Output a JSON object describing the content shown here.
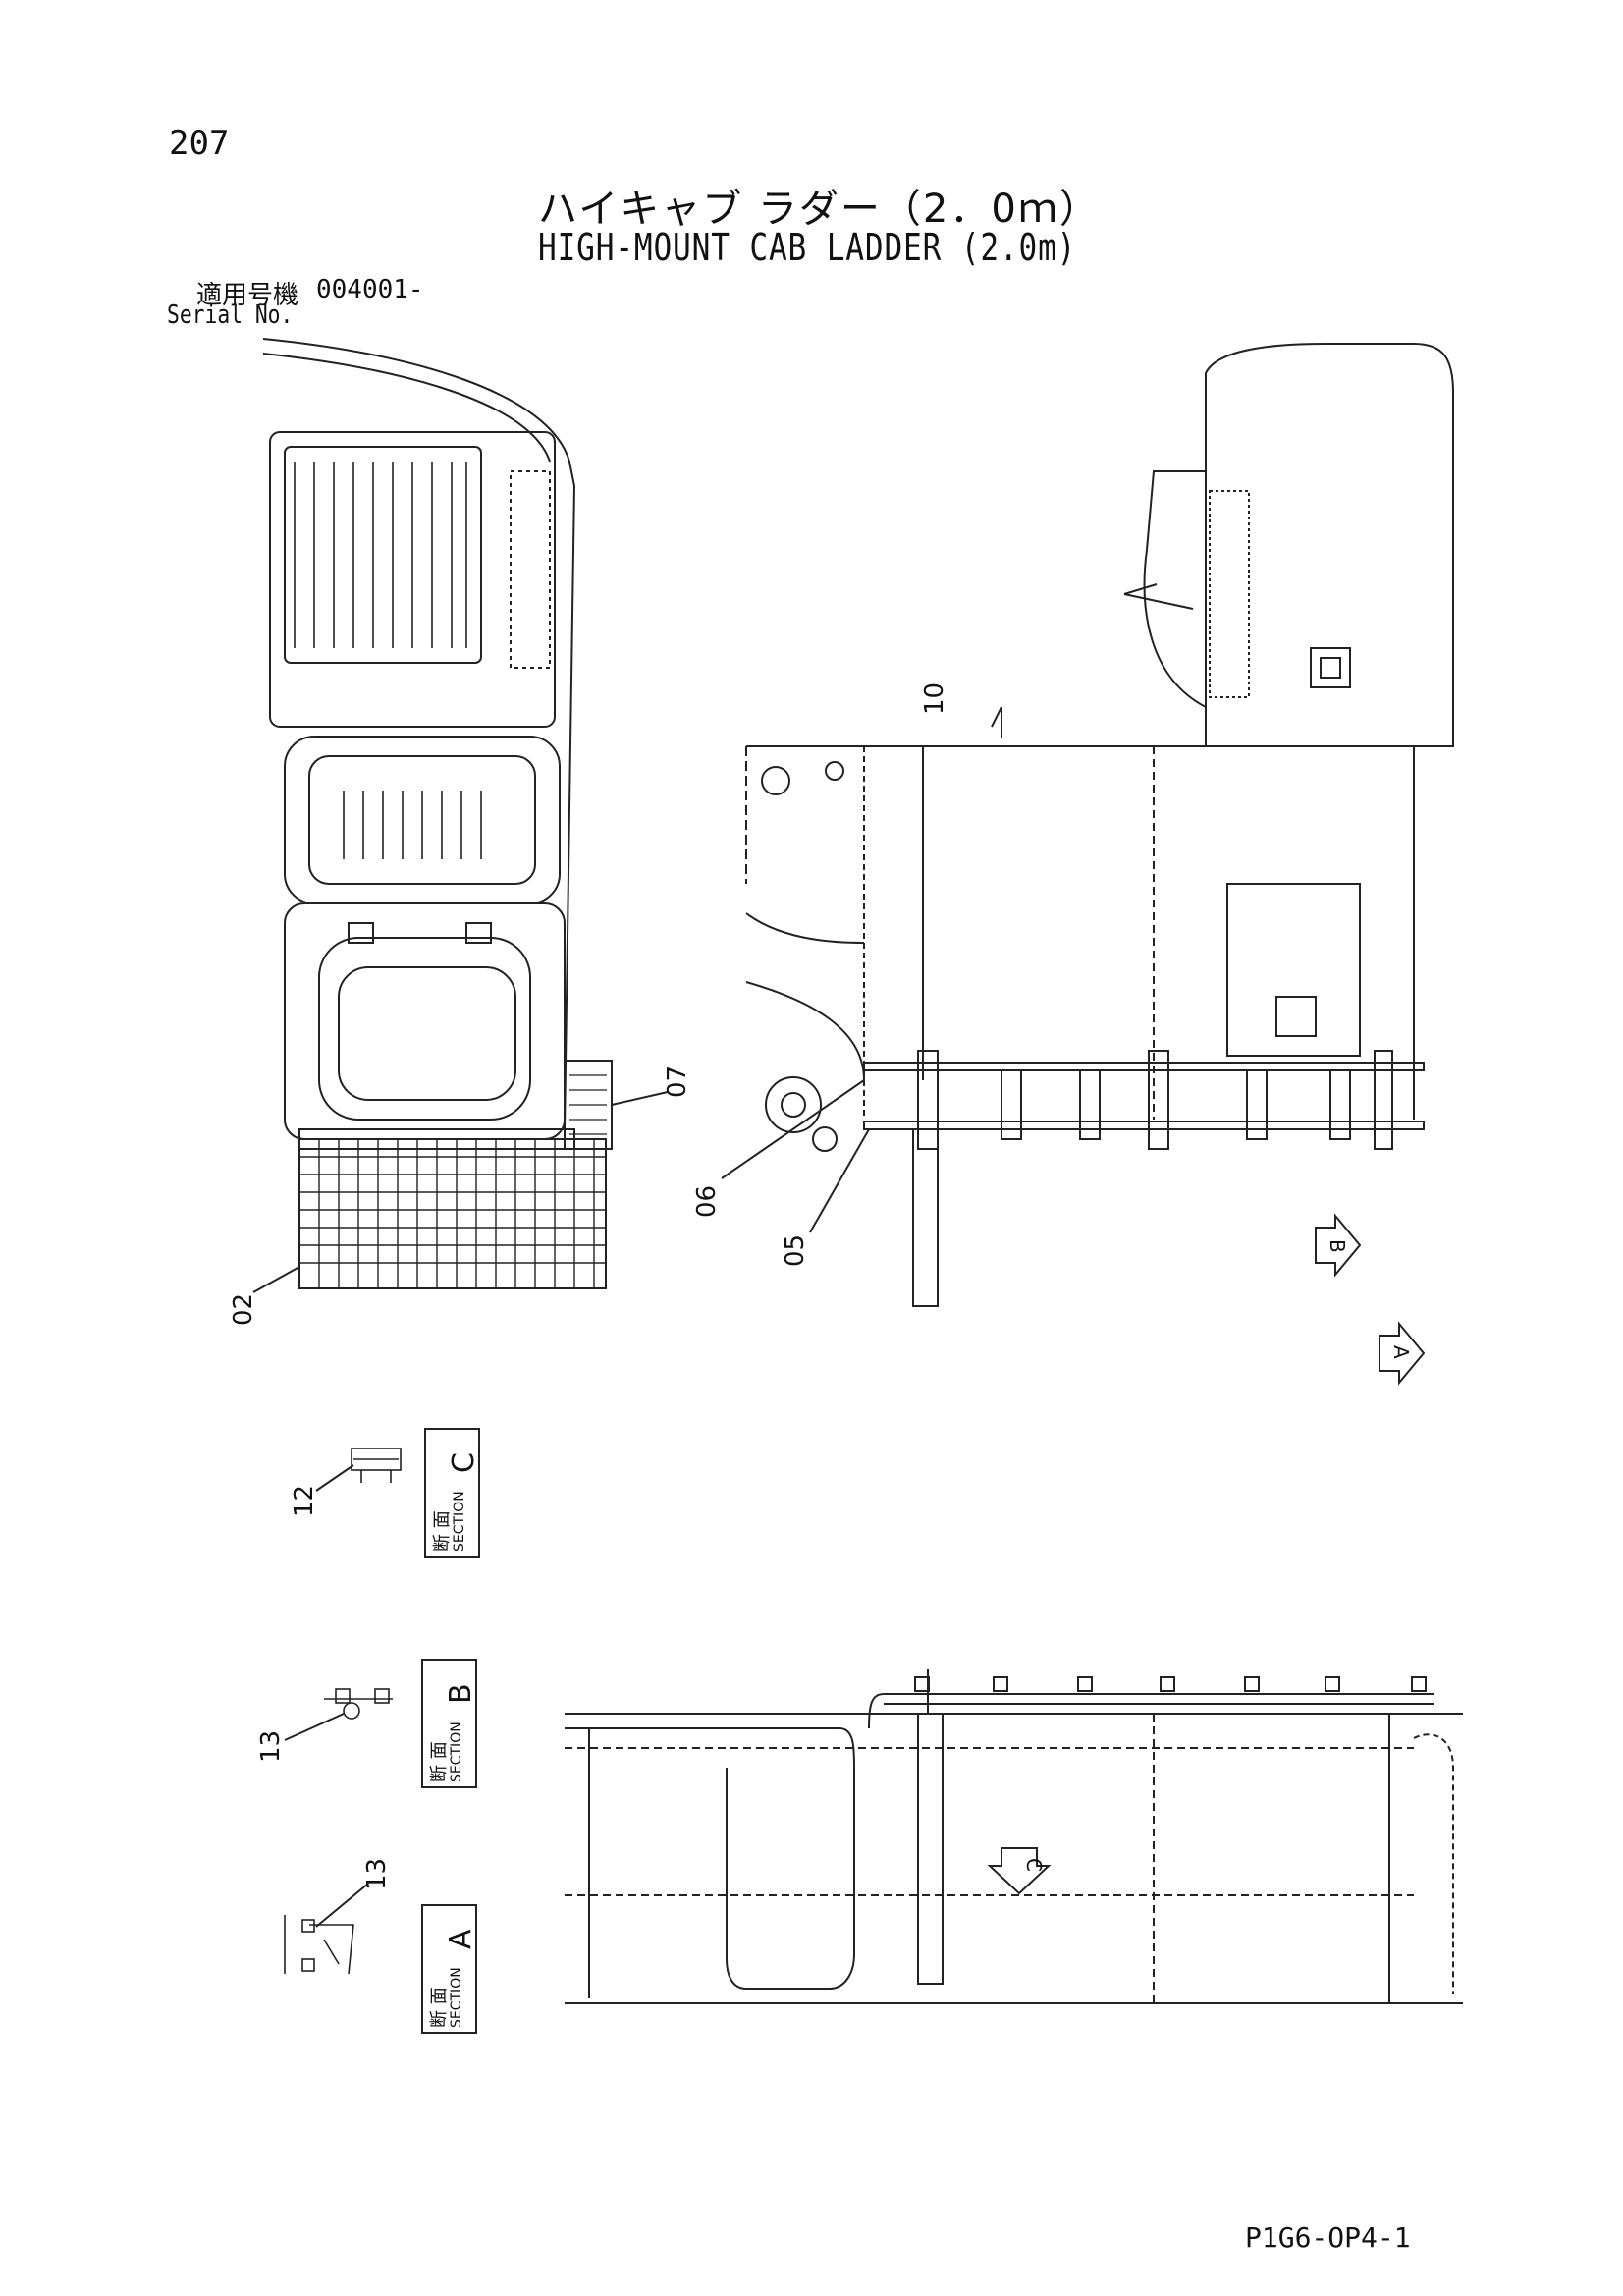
{
  "page_number": "207",
  "title_jp": "ハイキャブ ラダー（2．0ｍ）",
  "title_en": "HIGH-MOUNT CAB LADDER (2.0m)",
  "serial": {
    "label_jp": "適用号機",
    "label_en": "Serial No.",
    "value": "004001-"
  },
  "callouts": [
    "02",
    "05",
    "06",
    "07",
    "10",
    "12",
    "13",
    "13"
  ],
  "sections": [
    {
      "jp": "断 面",
      "en": "SECTION",
      "letter": "C"
    },
    {
      "jp": "断 面",
      "en": "SECTION",
      "letter": "B"
    },
    {
      "jp": "断 面",
      "en": "SECTION",
      "letter": "A"
    }
  ],
  "view_arrows": [
    "B",
    "A",
    "C"
  ],
  "drawing_number": "P1G6-OP4-1"
}
